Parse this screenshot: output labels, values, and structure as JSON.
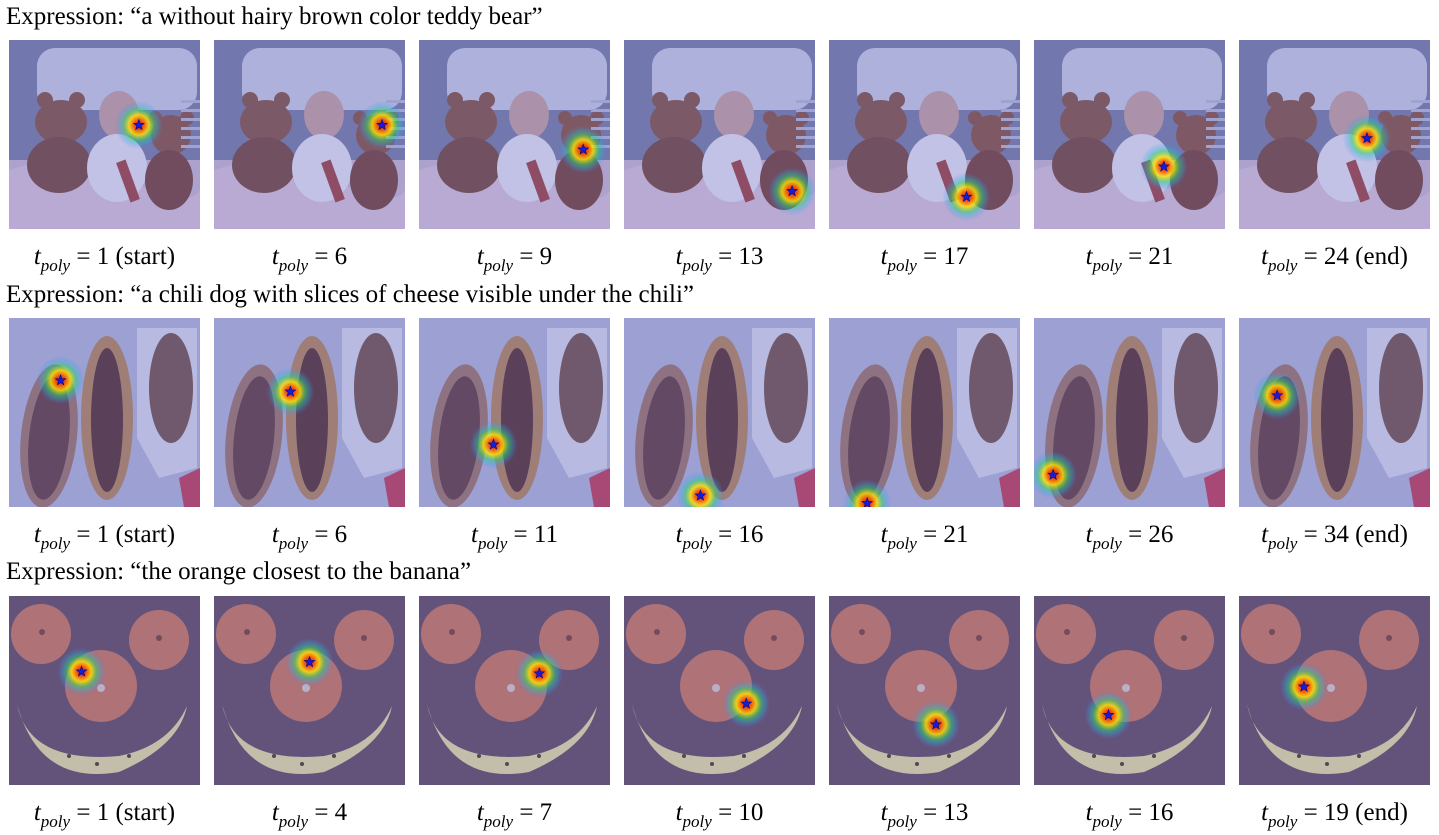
{
  "figure": {
    "caption_prefix": "Expression: ",
    "var_name": "t",
    "var_subscript": "poly",
    "equals": " = ",
    "rows": [
      {
        "expression": "“a without hairy brown color teddy bear”",
        "scene": "bed",
        "steps": [
          {
            "value": "1",
            "note": "(start)",
            "focus": [
              0.68,
              0.45
            ]
          },
          {
            "value": "6",
            "note": "",
            "focus": [
              0.88,
              0.45
            ]
          },
          {
            "value": "9",
            "note": "",
            "focus": [
              0.86,
              0.58
            ]
          },
          {
            "value": "13",
            "note": "",
            "focus": [
              0.88,
              0.8
            ]
          },
          {
            "value": "17",
            "note": "",
            "focus": [
              0.72,
              0.83
            ]
          },
          {
            "value": "21",
            "note": "",
            "focus": [
              0.68,
              0.67
            ]
          },
          {
            "value": "24",
            "note": "(end)",
            "focus": [
              0.67,
              0.52
            ]
          }
        ]
      },
      {
        "expression": "“a chili dog with slices of cheese visible under the chili”",
        "scene": "hotdog",
        "steps": [
          {
            "value": "1",
            "note": "(start)",
            "focus": [
              0.27,
              0.33
            ]
          },
          {
            "value": "6",
            "note": "",
            "focus": [
              0.4,
              0.39
            ]
          },
          {
            "value": "11",
            "note": "",
            "focus": [
              0.39,
              0.67
            ]
          },
          {
            "value": "16",
            "note": "",
            "focus": [
              0.4,
              0.94
            ]
          },
          {
            "value": "21",
            "note": "",
            "focus": [
              0.2,
              0.98
            ]
          },
          {
            "value": "26",
            "note": "",
            "focus": [
              0.1,
              0.83
            ]
          },
          {
            "value": "34",
            "note": "(end)",
            "focus": [
              0.2,
              0.41
            ]
          }
        ]
      },
      {
        "expression": "“the orange closest to the banana”",
        "scene": "oranges",
        "steps": [
          {
            "value": "1",
            "note": "(start)",
            "focus": [
              0.38,
              0.4
            ]
          },
          {
            "value": "4",
            "note": "",
            "focus": [
              0.5,
              0.35
            ]
          },
          {
            "value": "7",
            "note": "",
            "focus": [
              0.63,
              0.41
            ]
          },
          {
            "value": "10",
            "note": "",
            "focus": [
              0.64,
              0.57
            ]
          },
          {
            "value": "13",
            "note": "",
            "focus": [
              0.56,
              0.68
            ]
          },
          {
            "value": "16",
            "note": "",
            "focus": [
              0.39,
              0.63
            ]
          },
          {
            "value": "19",
            "note": "(end)",
            "focus": [
              0.34,
              0.48
            ]
          }
        ]
      }
    ]
  }
}
